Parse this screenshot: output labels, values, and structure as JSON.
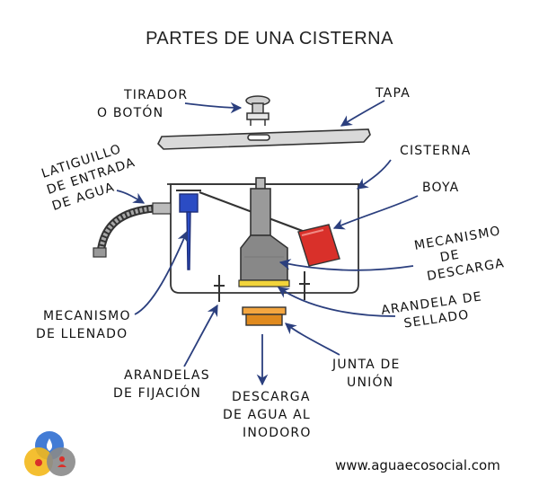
{
  "title": "PARTES DE UNA CISTERNA",
  "labels": {
    "tirador": [
      "TIRADOR",
      "O BOTÓN"
    ],
    "tapa": [
      "TAPA"
    ],
    "cisterna": [
      "CISTERNA"
    ],
    "latiguillo": [
      "LATIGUILLO",
      "DE ENTRADA",
      "DE AGUA"
    ],
    "boya": [
      "BOYA"
    ],
    "mecanismo_descarga": [
      "MECANISMO",
      "DE",
      "DESCARGA"
    ],
    "mecanismo_llenado": [
      "MECANISMO",
      "DE LLENADO"
    ],
    "arandela_sellado": [
      "ARANDELA DE",
      "SELLADO"
    ],
    "junta_union": [
      "JUNTA DE",
      "UNIÓN"
    ],
    "arandelas_fijacion": [
      "ARANDELAS",
      "DE FIJACIÓN"
    ],
    "descarga": [
      "DESCARGA",
      "DE AGUA AL",
      "INODORO"
    ]
  },
  "website": "www.aguaecosocial.com",
  "colors": {
    "arrow": "#2b3f7e",
    "float": "#d9302a",
    "fill_valve": "#2b4cc4",
    "seal": "#f2d43a",
    "union": "#e08a1e",
    "flush_valve": "#888888",
    "logo_blue": "#2f6ed0",
    "logo_yellow": "#f3b81b",
    "logo_gray": "#8a8a8a"
  }
}
